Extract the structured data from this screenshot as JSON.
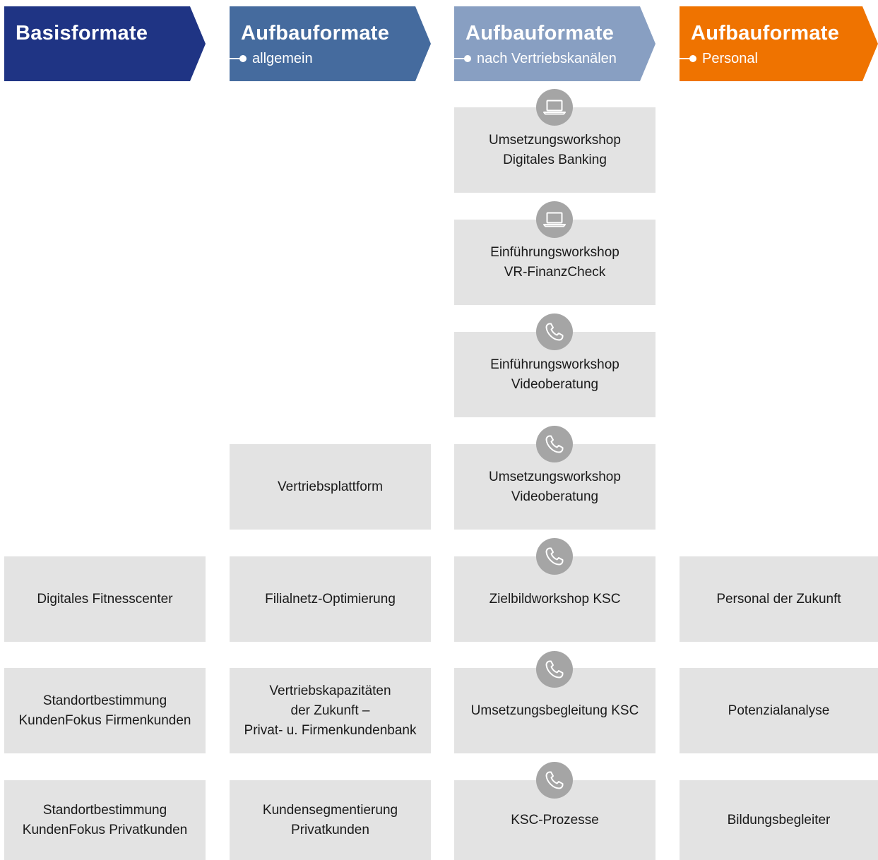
{
  "columns": [
    {
      "title": "Basisformate",
      "subtitle": "",
      "color": "#1f3484"
    },
    {
      "title": "Aufbauformate",
      "subtitle": "allgemein",
      "color": "#456b9e"
    },
    {
      "title": "Aufbauformate",
      "subtitle": "nach Vertriebskanälen",
      "color": "#889fc2"
    },
    {
      "title": "Aufbauformate",
      "subtitle": "Personal",
      "color": "#ef7300"
    }
  ],
  "boxes": {
    "basis": {
      "fitness": "Digitales Fitnesscenter",
      "firmen": "Standortbestimmung\nKundenFokus Firmenkunden",
      "privat": "Standortbestimmung\nKundenFokus Privatkunden"
    },
    "allgemein": {
      "plattform": "Vertriebsplattform",
      "filialnetz": "Filialnetz-Optimierung",
      "kapazitaeten": "Vertriebskapazitäten\nder Zukunft –\nPrivat- u. Firmenkundenbank",
      "segmentierung": "Kundensegmentierung\nPrivatkunden"
    },
    "vertrieb": {
      "umsetzung_banking": "Umsetzungsworkshop\nDigitales Banking",
      "einf_finanzcheck": "Einführungsworkshop\nVR-FinanzCheck",
      "einf_video": "Einführungsworkshop\nVideoberatung",
      "umsetzung_video": "Umsetzungsworkshop\nVideoberatung",
      "zielbild_ksc": "Zielbildworkshop KSC",
      "begleitung_ksc": "Umsetzungsbegleitung KSC",
      "prozesse_ksc": "KSC-Prozesse"
    },
    "personal": {
      "zukunft": "Personal der Zukunft",
      "potenzial": "Potenzialanalyse",
      "bildung": "Bildungsbegleiter"
    }
  },
  "icons": {
    "laptop": "laptop-icon",
    "phone": "phone-icon",
    "badge_color": "#a5a5a5"
  }
}
